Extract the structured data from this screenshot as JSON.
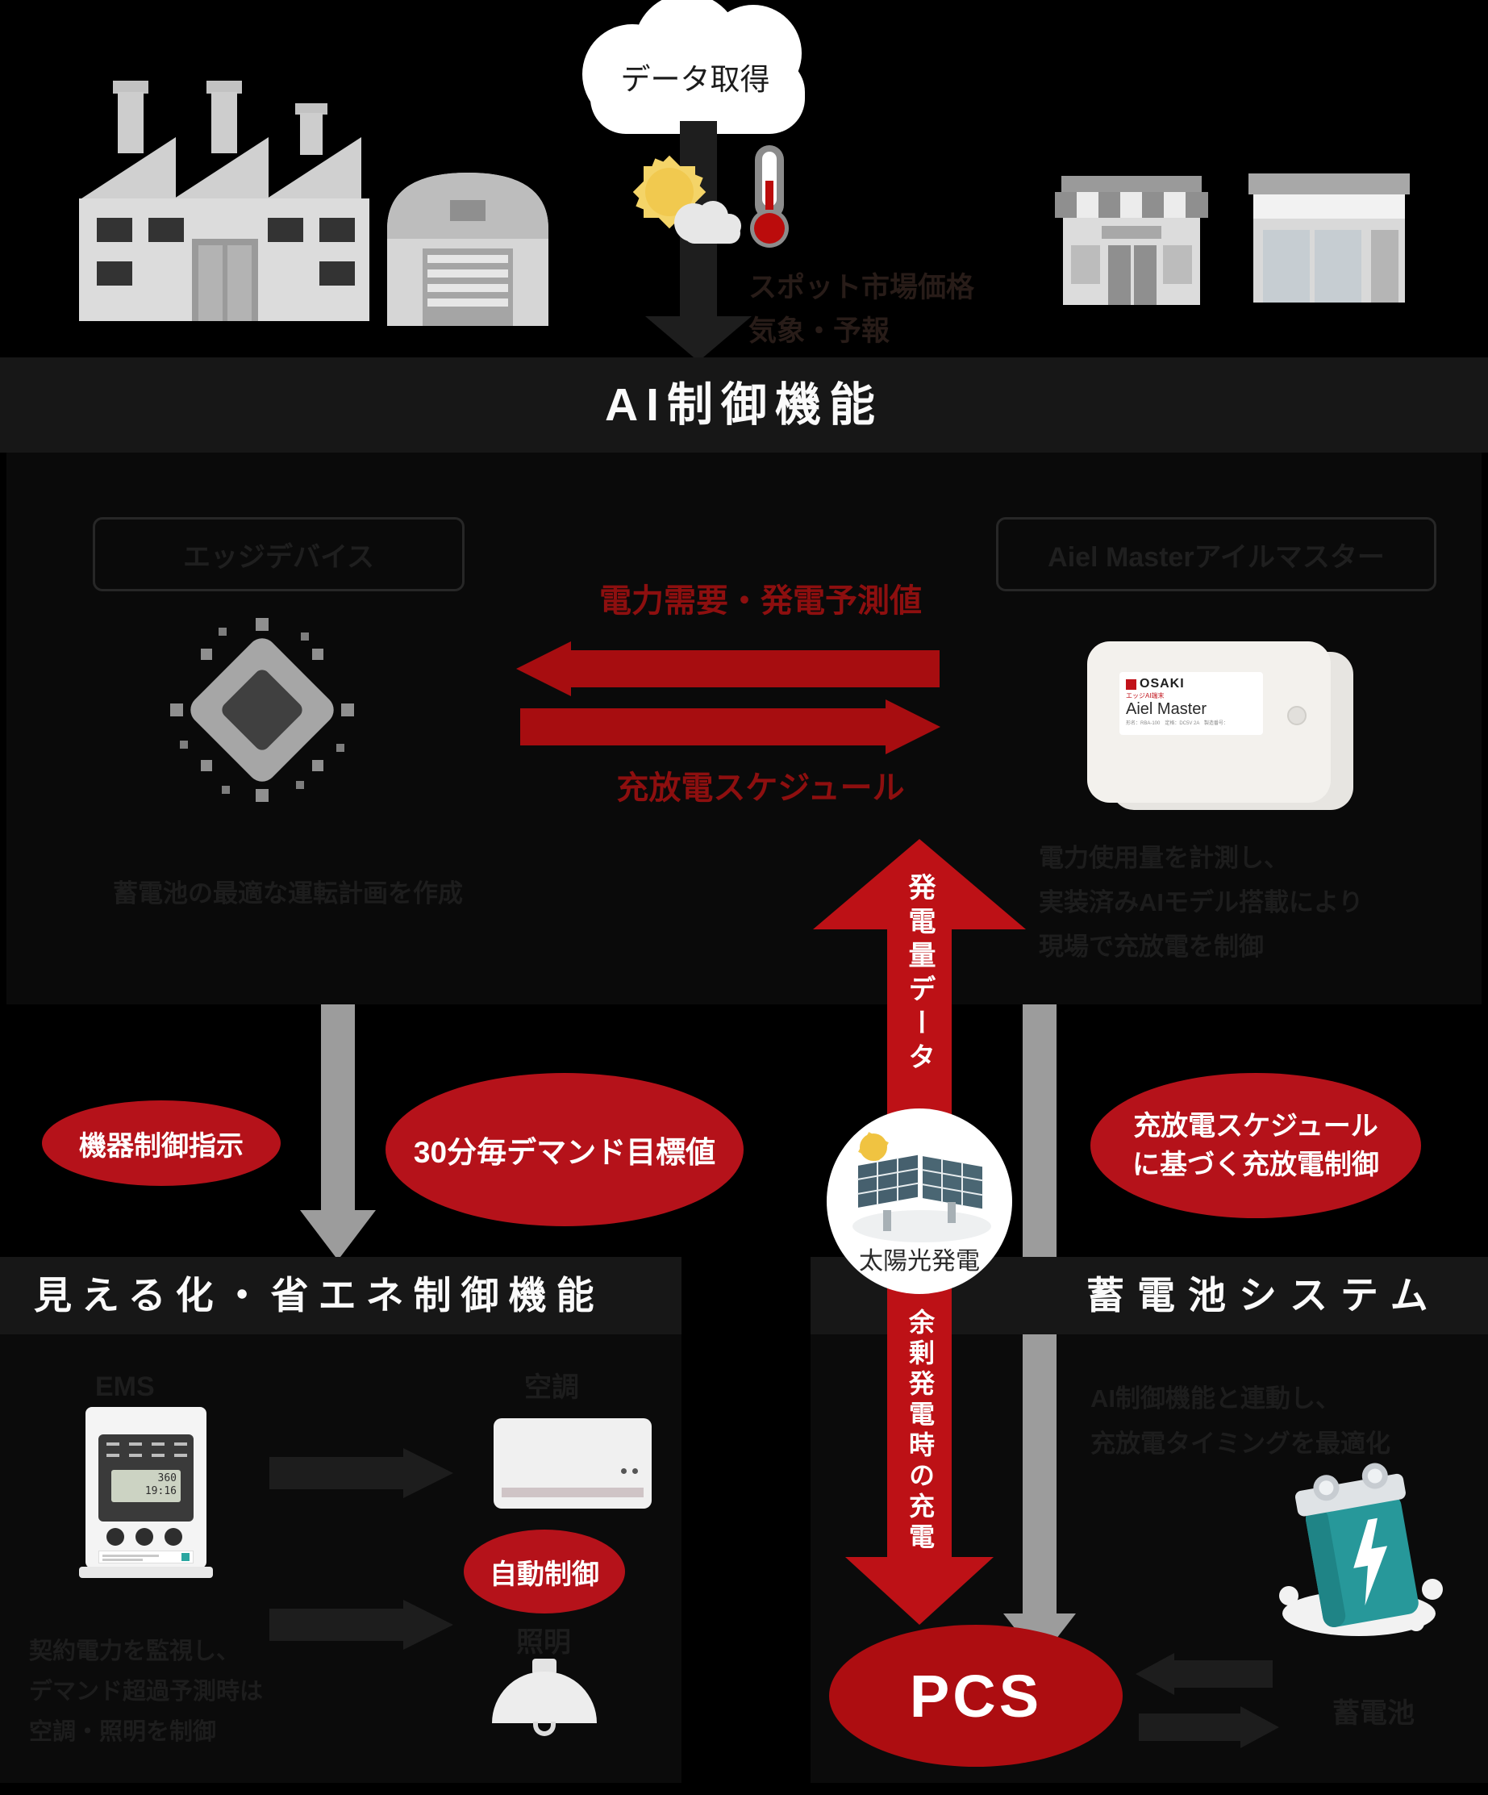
{
  "diagram": {
    "cloud": {
      "label": "データ取得"
    },
    "market_note": {
      "line1": "スポット市場価格",
      "line2": "気象・予報"
    },
    "ai_section": {
      "title": "AI制御機能",
      "left_box": "エッジデバイス",
      "right_box": "Aiel Masterアイルマスター",
      "arrow_demand_label": "電力需要・発電予測値",
      "arrow_schedule_label": "充放電スケジュール",
      "edge_device": {
        "brand": "OSAKI",
        "type_label": "エッジAI端末",
        "product_name": "Aiel Master",
        "spec_line": "形名：RBA-100　定格：DC5V 2A　製造番号："
      },
      "cloud_caption": "蓄電池の最適な運転計画を作成",
      "device_caption_lines": [
        "電力使用量を計測し、",
        "実装済みAIモデル搭載により",
        "現場で充放電を制御"
      ]
    },
    "flows": {
      "generation_data": "発電量データ",
      "surplus_charge": "余剰発電時の充電",
      "device_control": "機器制御指示",
      "demand_target": "30分毎デマンド目標値",
      "schedule_control_line1": "充放電スケジュール",
      "schedule_control_line2": "に基づく充放電制御"
    },
    "solar": {
      "label": "太陽光発電"
    },
    "energy_section": {
      "title": "見える化・省エネ制御機能",
      "ems_label": "EMS",
      "ac_label": "空調",
      "auto_control_label": "自動制御",
      "light_label": "照明",
      "caption_lines": [
        "契約電力を監視し、",
        "デマンド超過予測時は",
        "空調・照明を制御"
      ]
    },
    "battery_section": {
      "title": "蓄電池システム",
      "caption_lines": [
        "AI制御機能と連動し、",
        "充放電タイミングを最適化"
      ],
      "pcs_label": "PCS",
      "battery_label": "蓄電池"
    },
    "colors": {
      "flow_red": "#bd1116",
      "ellipse_red": "#b5121a",
      "label_red": "#8d0f0f",
      "gray_arrow": "#9c9c9c",
      "dark_caption": "#1d1d1d"
    }
  }
}
